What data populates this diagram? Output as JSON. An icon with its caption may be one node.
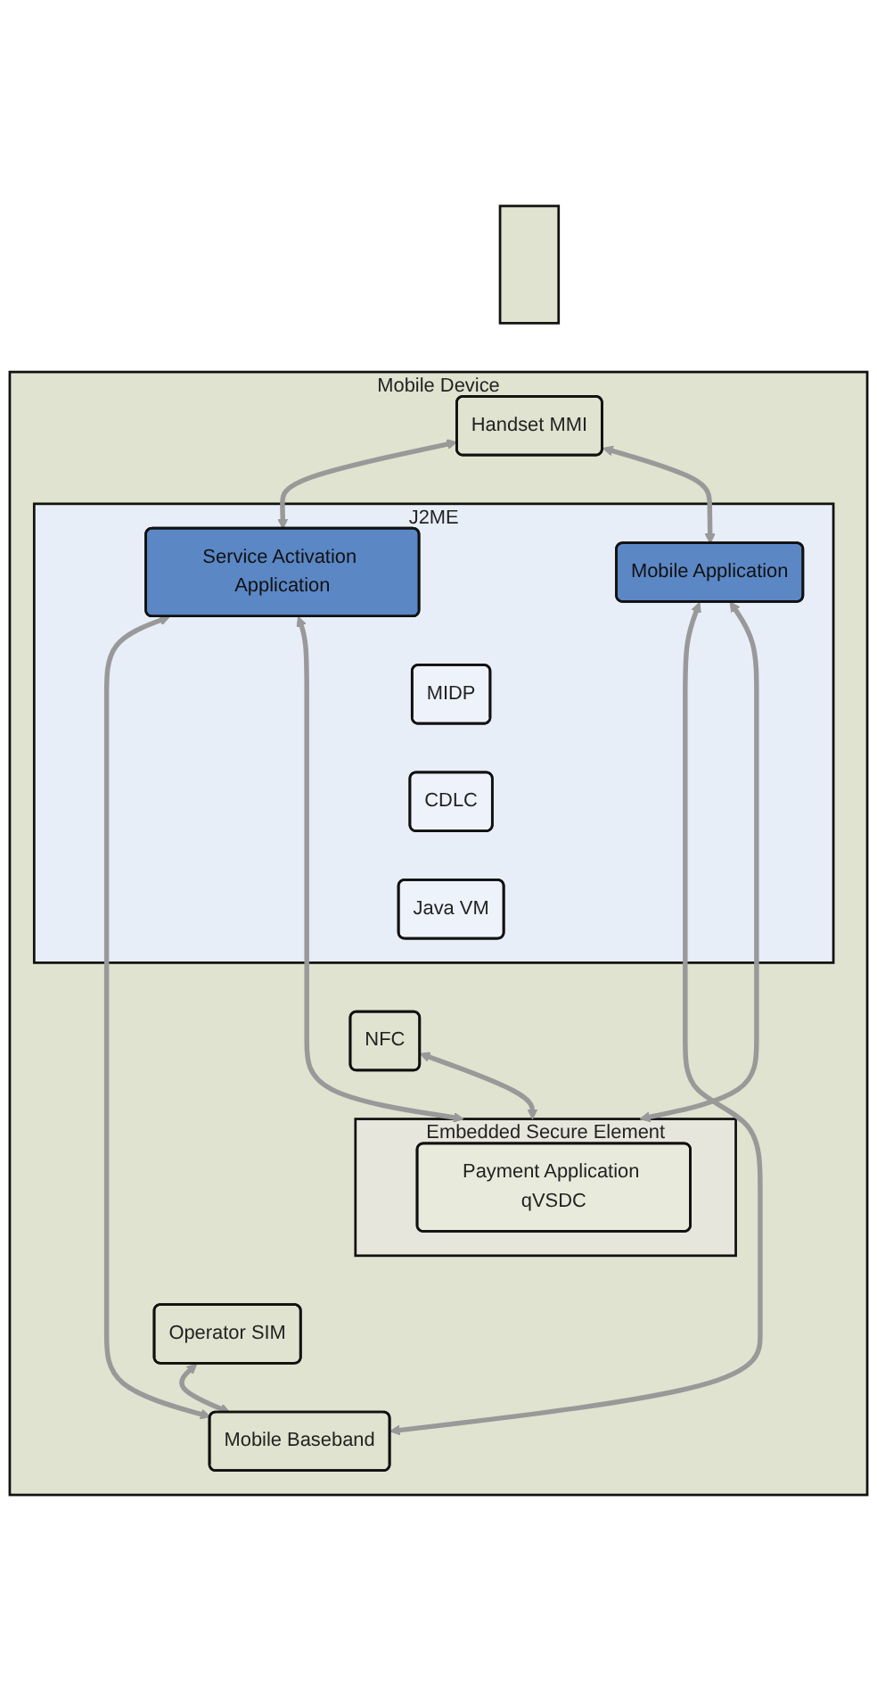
{
  "diagram": {
    "nodes": [
      {
        "text": [],
        "shape": "bar"
      },
      {
        "text": [
          "Mobile Device"
        ]
      },
      {
        "text": [
          "Handset MMI"
        ],
        "in": 1
      },
      {
        "text": [
          "J2ME"
        ],
        "in": 1
      },
      {
        "text": [
          "Service Activation Application"
        ],
        "in": 3
      },
      {
        "text": [
          "Mobile Application"
        ],
        "in": 3
      },
      {
        "text": [
          "MIDP"
        ],
        "in": 3
      },
      {
        "text": [
          "CDLC"
        ],
        "in": 3
      },
      {
        "text": [
          "Java VM"
        ],
        "in": 3
      },
      {
        "text": [
          "NFC"
        ],
        "in": 1
      },
      {
        "text": [
          "Embedded Secure Element"
        ],
        "in": 1
      },
      {
        "text": [
          "Payment Application qVSDC"
        ],
        "in": 10
      },
      {
        "text": [
          "Operator SIM"
        ],
        "in": 1
      },
      {
        "text": [
          "Mobile Baseband"
        ],
        "in": 1
      }
    ],
    "edges": [
      {
        "from": 2,
        "to": 4,
        "arrow": "both"
      },
      {
        "from": 2,
        "to": 5,
        "arrow": "both"
      },
      {
        "from": 4,
        "to": 10,
        "arrow": "both"
      },
      {
        "from": 5,
        "to": 10,
        "arrow": "both"
      },
      {
        "from": 4,
        "to": 13,
        "arrow": "both"
      },
      {
        "from": 5,
        "to": 13,
        "arrow": "both"
      },
      {
        "from": 9,
        "to": 10,
        "arrow": "both"
      },
      {
        "from": 12,
        "to": 13,
        "arrow": "both"
      }
    ]
  }
}
